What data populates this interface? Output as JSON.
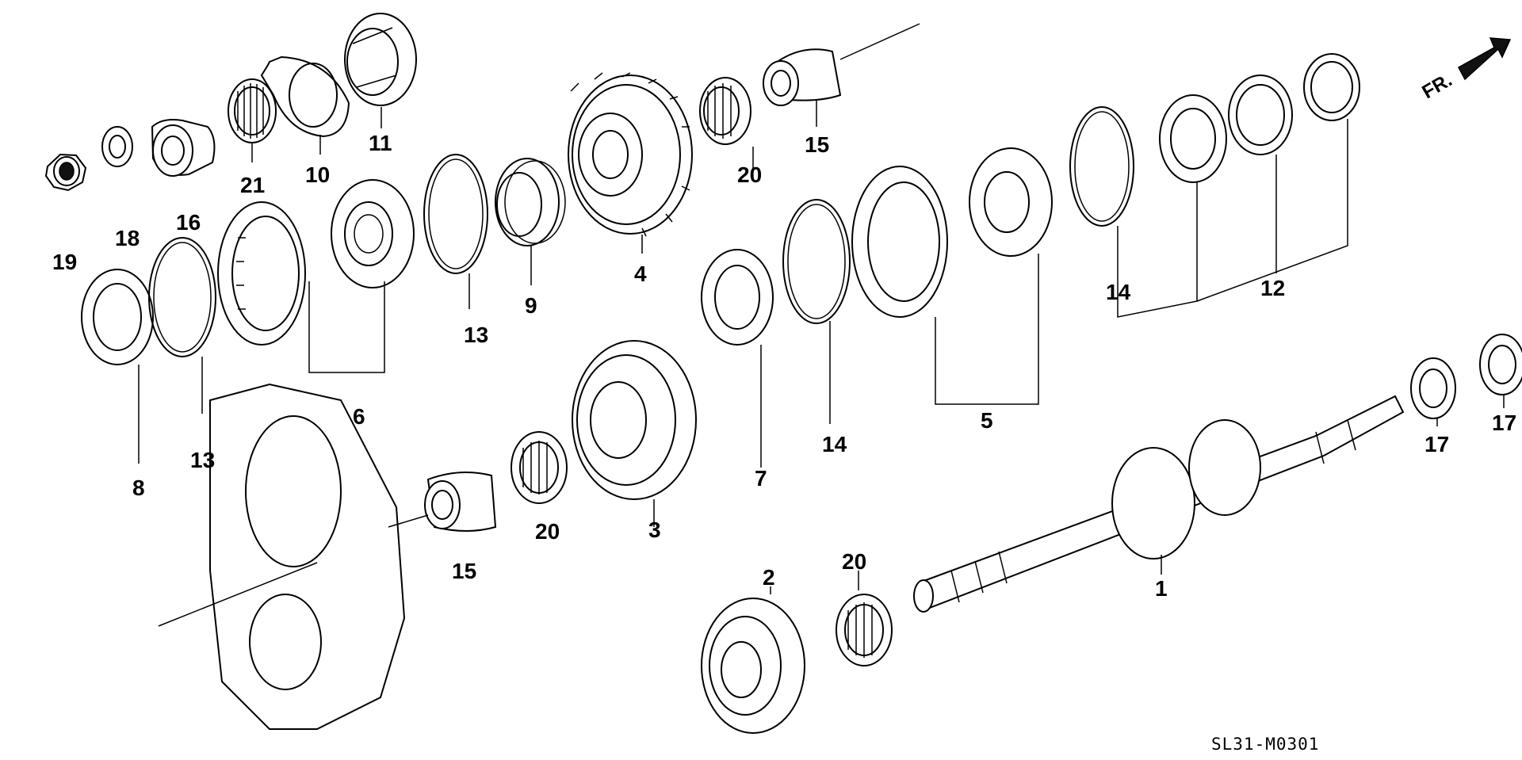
{
  "diagram": {
    "orientation_label": "FR.",
    "drawing_code": "SL31-M0301",
    "callouts": {
      "p1": "1",
      "p2": "2",
      "p3": "3",
      "p4": "4",
      "p5": "5",
      "p6": "6",
      "p7": "7",
      "p8": "8",
      "p9": "9",
      "p10": "10",
      "p11": "11",
      "p12": "12",
      "p13a": "13",
      "p13b": "13",
      "p14a": "14",
      "p14b": "14",
      "p15a": "15",
      "p15b": "15",
      "p16": "16",
      "p17a": "17",
      "p17b": "17",
      "p18": "18",
      "p19": "19",
      "p20a": "20",
      "p20b": "20",
      "p20c": "20",
      "p21": "21"
    }
  }
}
